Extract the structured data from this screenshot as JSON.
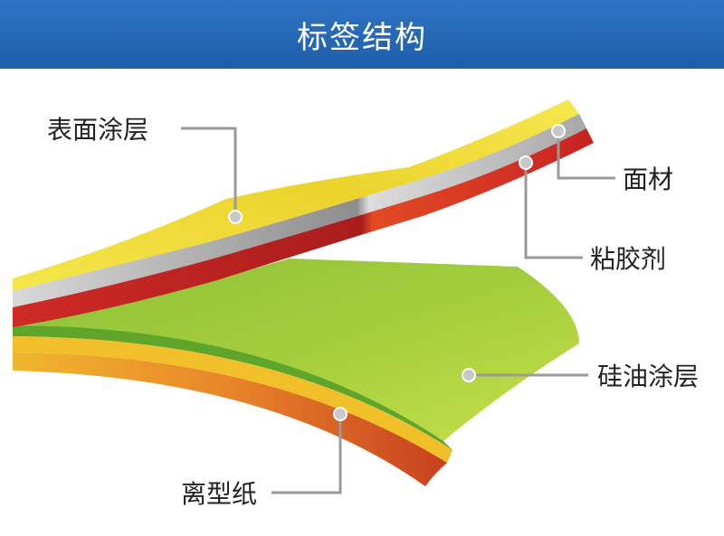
{
  "header": {
    "title": "标签结构"
  },
  "layers": [
    {
      "id": "surface-coating",
      "label": "表面涂层",
      "color": "#f2df3a"
    },
    {
      "id": "face-material",
      "label": "面材",
      "color": "#bdbdbd"
    },
    {
      "id": "adhesive",
      "label": "粘胶剂",
      "color": "#d8282a"
    },
    {
      "id": "silicone-coating",
      "label": "硅油涂层",
      "color": "#a6cf3a"
    },
    {
      "id": "release-paper",
      "label": "离型纸",
      "color": "#e8882a"
    }
  ],
  "colors": {
    "header": "#2566b4",
    "leader": "#9a9a9a"
  }
}
